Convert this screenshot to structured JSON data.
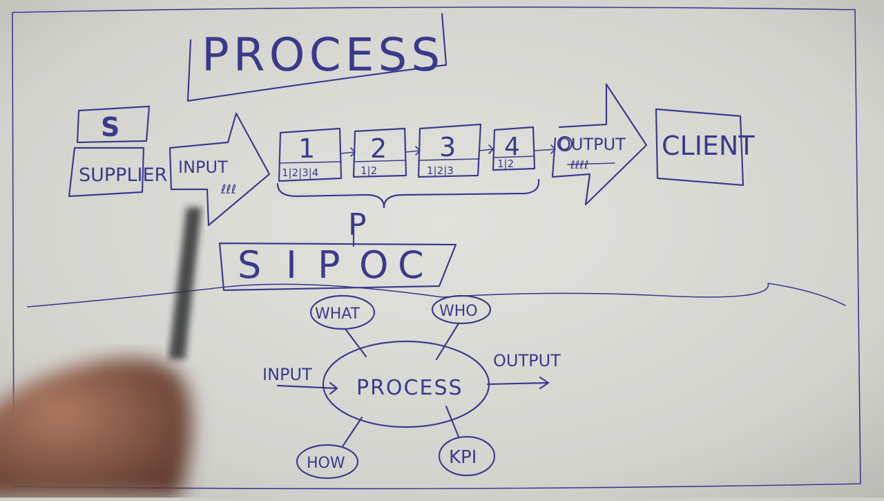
{
  "title": "PROCESS",
  "top_flow": {
    "supplier_letter": "S",
    "supplier_label": "SUPPLIER",
    "input_label": "INPUT",
    "input_scribble": "ℓℓℓ",
    "steps": [
      {
        "number": "1",
        "sub": "1|2|3|4"
      },
      {
        "number": "2",
        "sub": "1|2"
      },
      {
        "number": "3",
        "sub": "1|2|3"
      },
      {
        "number": "4",
        "sub": "1|2"
      }
    ],
    "brace_letter": "P",
    "output_label": "OUTPUT",
    "output_scribble": "ℓℓℓℓ",
    "client_label": "CLIENT"
  },
  "sipoc": {
    "letters": [
      "S",
      "I",
      "P",
      "O",
      "C"
    ]
  },
  "bottom": {
    "center_label": "PROCESS",
    "input_label": "INPUT",
    "output_label": "OUTPUT",
    "what_label": "WHAT",
    "who_label": "WHO",
    "how_label": "HOW",
    "kpi_label": "KPI"
  },
  "colors": {
    "paper": "#d8d8d3",
    "ink": "#3b3b8e",
    "pen": "#2f3030",
    "hand": "#8a5a48"
  }
}
